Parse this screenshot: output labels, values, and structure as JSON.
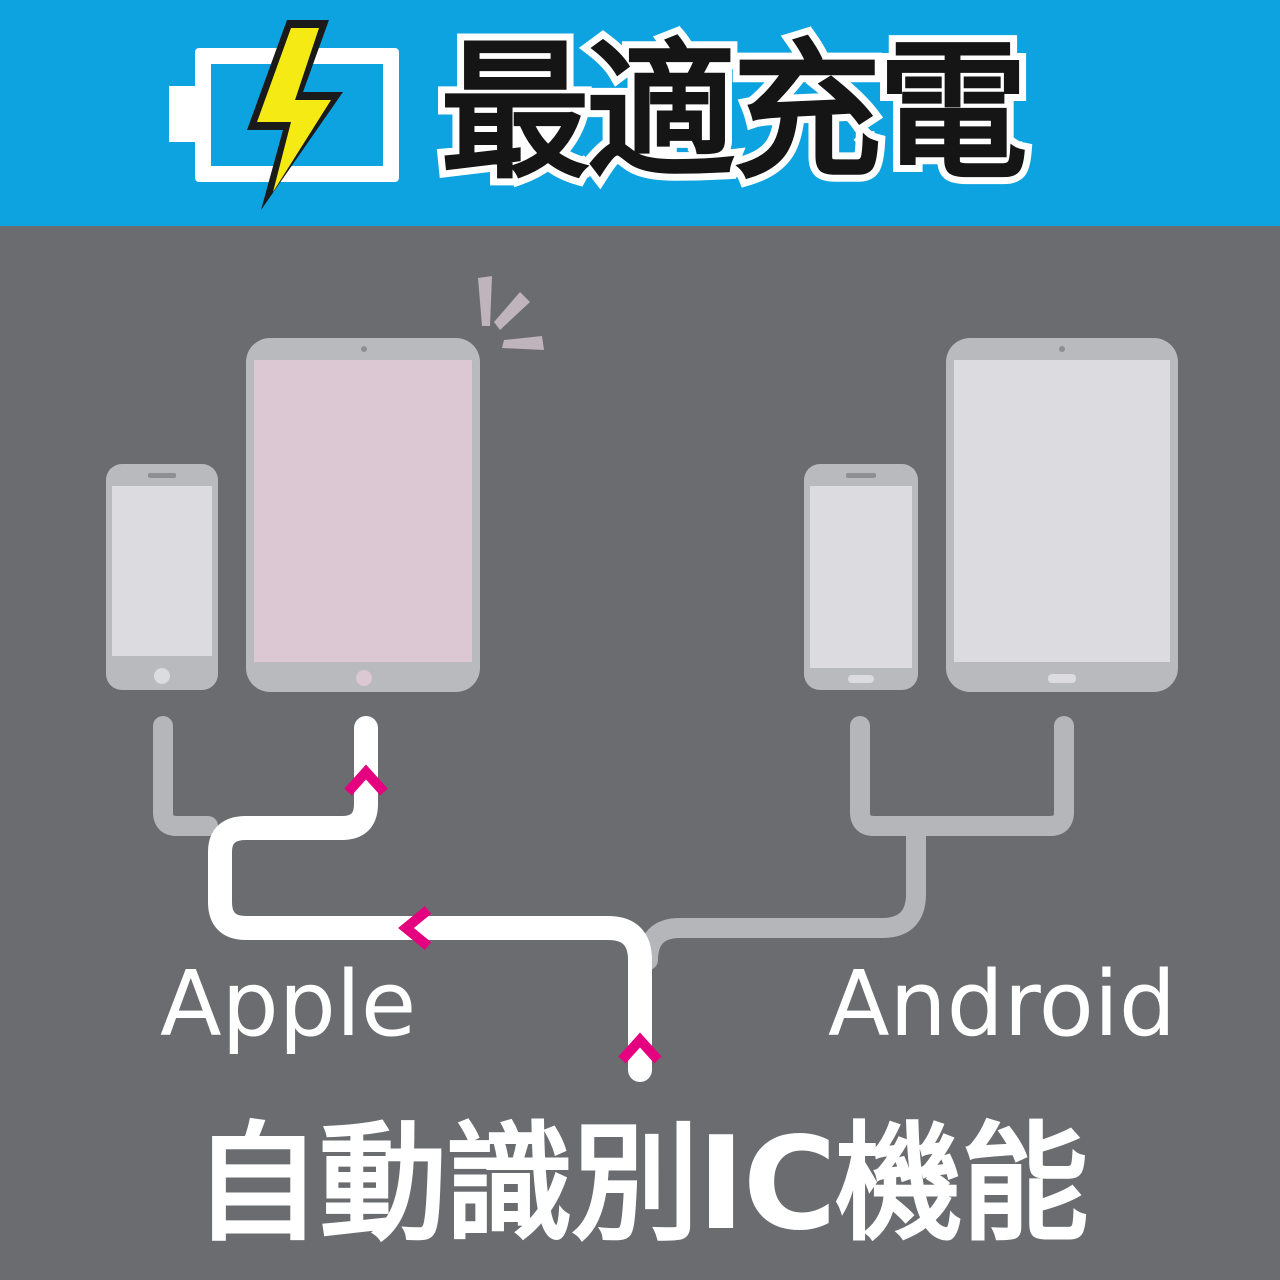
{
  "header": {
    "title": "最適充電",
    "icon": "battery-charging-icon",
    "background": "#0ca3e0",
    "accent": "#f5ea14"
  },
  "devices": {
    "apple": {
      "label": "Apple",
      "icons": [
        "smartphone-icon",
        "tablet-icon"
      ]
    },
    "android": {
      "label": "Android",
      "icons": [
        "smartphone-icon",
        "tablet-icon"
      ]
    }
  },
  "footer": {
    "caption": "自動識別IC機能"
  },
  "colors": {
    "background": "#6b6c70",
    "device_body": "#b9babe",
    "device_screen": "#dcdce0",
    "active_screen": "#dbc8d2",
    "active_cable": "#ffffff",
    "inactive_cable": "#b5b6ba",
    "arrow": "#e4007f"
  }
}
